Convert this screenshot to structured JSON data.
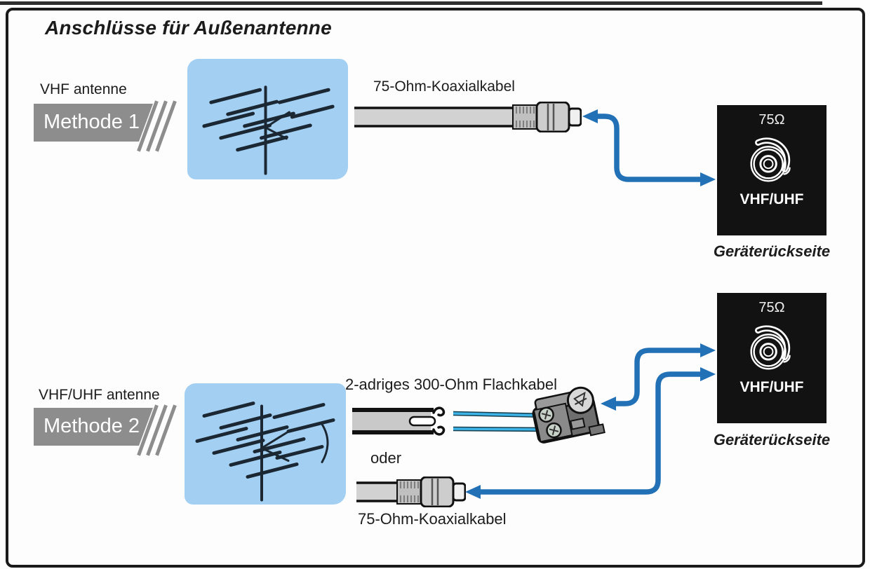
{
  "title": "Anschlüsse für Außenantenne",
  "method1": {
    "antenna_label": "VHF antenne",
    "badge_label": "Methode 1",
    "cable_label": "75-Ohm-Koaxialkabel"
  },
  "method2": {
    "antenna_label": "VHF/UHF antenne",
    "badge_label": "Methode 2",
    "flat_cable_label": "2-adriges 300-Ohm Flachkabel",
    "or_label": "oder",
    "cable_label": "75-Ohm-Koaxialkabel"
  },
  "device_panel": {
    "impedance_label": "75Ω",
    "socket_label": "VHF/UHF",
    "caption": "Geräterückseite"
  },
  "colors": {
    "arrow_blue": "#2270b5",
    "wire_cyan": "#3db4e8",
    "wire_outline": "#16404f",
    "antenna_bg": "#a3d0f2",
    "antenna_line": "#1b2732",
    "badge_gray": "#8d8d8d",
    "panel_black": "#121212",
    "cable_gray": "#d2d2d2"
  }
}
